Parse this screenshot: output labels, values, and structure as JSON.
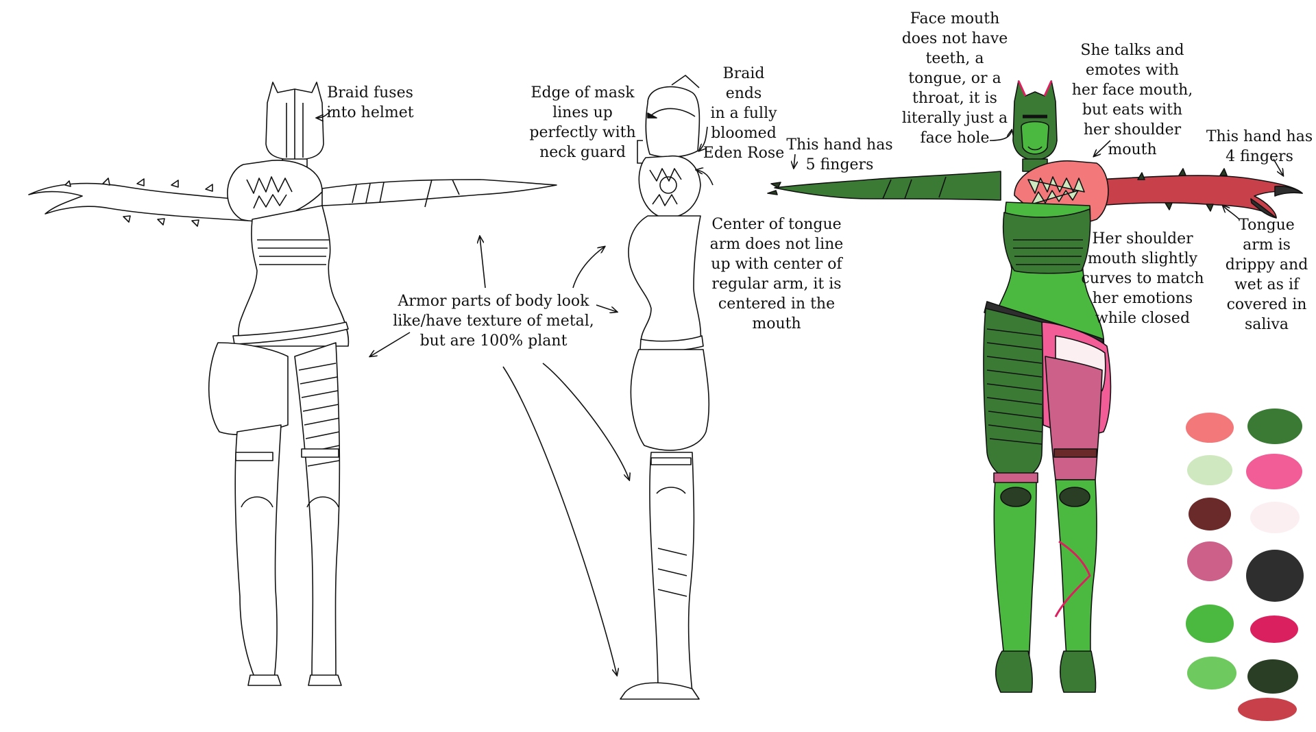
{
  "annotations": {
    "braid_fuses": "Braid fuses\ninto helmet",
    "armor_parts": "Armor parts of body look\nlike/have texture of metal,\nbut are 100% plant",
    "edge_of_mask": "Edge of mask\nlines up\nperfectly with\nneck guard",
    "braid_ends": "Braid ends\nin a fully\nbloomed\nEden Rose",
    "center_tongue": "Center of tongue\narm does not line\nup with center of\nregular arm, it is\ncentered in the\nmouth",
    "hand_5": "This hand has\n5 fingers",
    "face_mouth": "Face mouth\ndoes not have\nteeth, a\ntongue, or a\nthroat, it is\nliterally just a\nface hole",
    "she_talks": "She talks and\nemotes with\nher face mouth,\nbut eats with\nher shoulder\nmouth",
    "hand_4": "This hand has\n4 fingers",
    "shoulder_mouth": "Her shoulder\nmouth slightly\ncurves to match\nher emotions\nwhile closed",
    "tongue_arm": "Tongue\narm is\ndrippy and\nwet as if\ncovered in\nsaliva"
  },
  "palette": {
    "swatches": [
      {
        "name": "salmon-pink",
        "color": "#f2787a"
      },
      {
        "name": "dark-green",
        "color": "#3a7a34"
      },
      {
        "name": "pale-green",
        "color": "#cfe8bf"
      },
      {
        "name": "hot-pink",
        "color": "#f25d98"
      },
      {
        "name": "maroon",
        "color": "#6a2a2a"
      },
      {
        "name": "blush-white",
        "color": "#fbeff2"
      },
      {
        "name": "mauve",
        "color": "#cc6088"
      },
      {
        "name": "charcoal",
        "color": "#2e2e2e"
      },
      {
        "name": "bright-green",
        "color": "#4bb83f"
      },
      {
        "name": "crimson",
        "color": "#db2060"
      },
      {
        "name": "light-green",
        "color": "#6ec95e"
      },
      {
        "name": "forest-black",
        "color": "#2a3d25"
      },
      {
        "name": "tongue-red",
        "color": "#c8404a"
      }
    ]
  },
  "colors": {
    "skin": "#4bb83f",
    "armor": "#3a7a34",
    "armor_trim": "#2a3d25",
    "tongue": "#c8404a",
    "gum": "#f2787a",
    "teeth": "#cfe8bf",
    "skirt": "#f25d98",
    "skirt_light": "#fbeff2",
    "leg": "#cc6088",
    "belt": "#2e2e2e",
    "accent": "#db2060",
    "line": "#111111"
  }
}
